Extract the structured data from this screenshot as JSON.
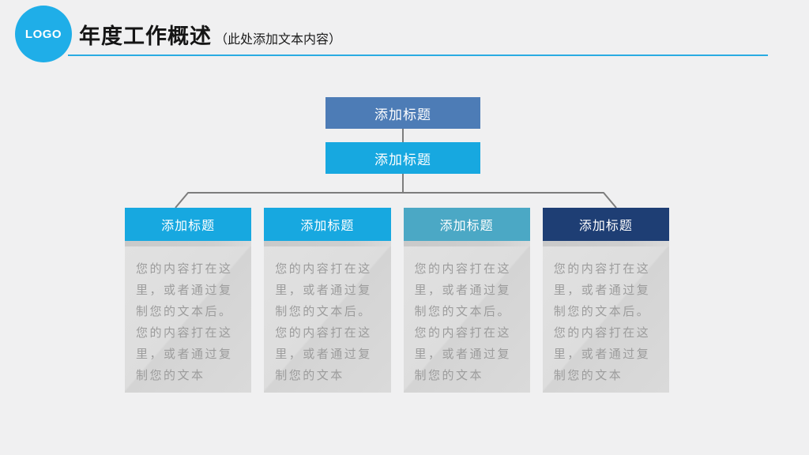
{
  "slide": {
    "background_color": "#f0f0f1",
    "logo": {
      "label": "LOGO",
      "color": "#1faee8"
    },
    "header": {
      "title": "年度工作概述",
      "subtitle": "（此处添加文本内容）",
      "underline_color": "#29abe2"
    },
    "diagram": {
      "connector_color": "#7d7d7d",
      "root": {
        "label": "添加标题",
        "color": "#4d7cb6"
      },
      "level2": {
        "label": "添加标题",
        "color": "#17a8e0"
      },
      "columns": [
        {
          "title": "添加标题",
          "color": "#17a8e0",
          "body": "您的内容打在这里，或者通过复制您的文本后。您的内容打在这里，或者通过复制您的文本"
        },
        {
          "title": "添加标题",
          "color": "#17a8e0",
          "body": "您的内容打在这里，或者通过复制您的文本后。您的内容打在这里，或者通过复制您的文本"
        },
        {
          "title": "添加标题",
          "color": "#4ba8c5",
          "body": "您的内容打在这里，或者通过复制您的文本后。您的内容打在这里，或者通过复制您的文本"
        },
        {
          "title": "添加标题",
          "color": "#1e3e74",
          "body": "您的内容打在这里，或者通过复制您的文本后。您的内容打在这里，或者通过复制您的文本"
        }
      ]
    }
  }
}
